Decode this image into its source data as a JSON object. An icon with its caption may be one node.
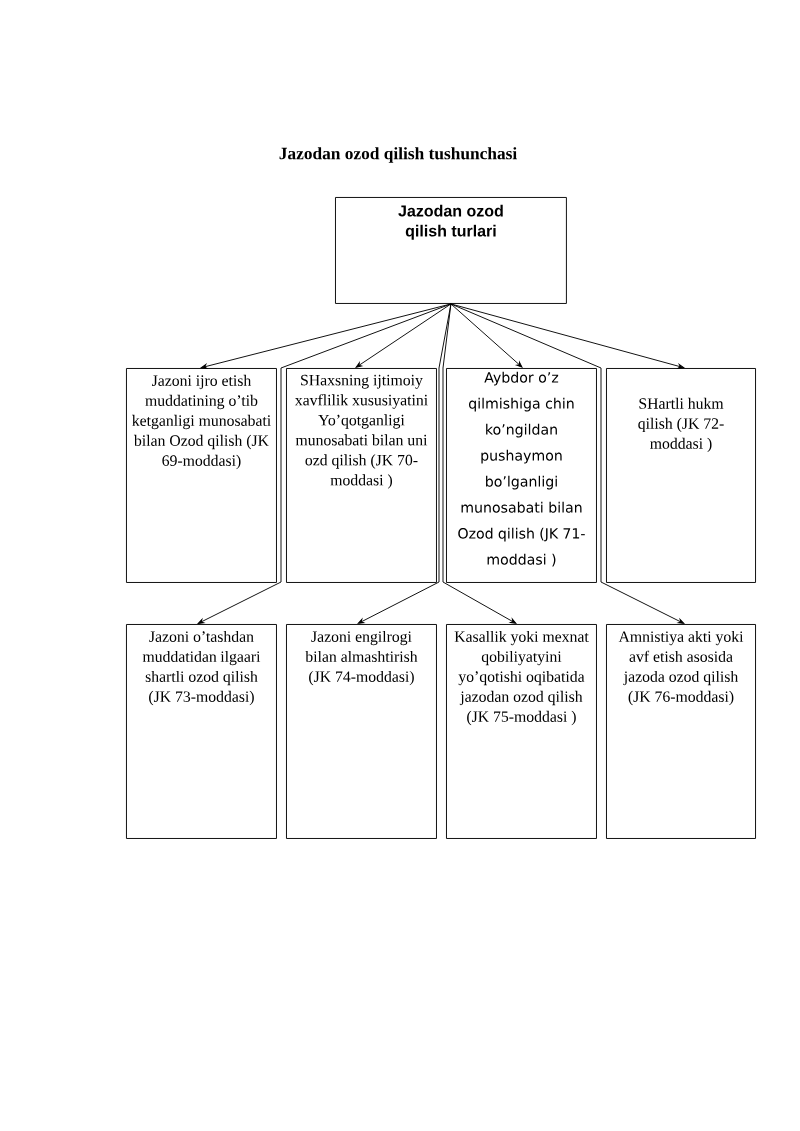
{
  "diagram": {
    "title": "Jazodan ozod qilish tushunchasi",
    "nodes": [
      {
        "text": [
          "Jazodan ozod qilish turlari"
        ]
      },
      {
        "text": [
          "Jazoni ijro etish muddatining o’tib ketganligi munosabati bilan Ozod qilish (JK 69-moddasi)"
        ]
      },
      {
        "text": [
          "SHaxsning ijtimoiy xavflilik xususiyatini Yo’qotganligi munosabati bilan uni ozd qilish (JK 70- moddasi )"
        ]
      },
      {
        "text": [
          "Aybdor o’z qilmishiga chin ko’ngildan pushaymon bo’lganligi munosabati bilan Ozod qilish (JK 71- moddasi )"
        ]
      },
      {
        "text": [
          "SHartli hukm qilish (JK 72- moddasi )"
        ]
      },
      {
        "text": [
          "Jazoni o’tashdan muddatidan ilgaari shartli ozod qilish (JK 73-moddasi)"
        ]
      },
      {
        "text": [
          "Jazoni engilrogi bilan almashtirish (JK 74-moddasi)"
        ]
      },
      {
        "text": [
          "Kasallik yoki mexnat qobiliyatyini yo’qotishi oqibatida jazodan ozod qilish (JK 75-moddasi )"
        ]
      },
      {
        "text": [
          "Amnistiya akti yoki avf etish asosida jazoda ozod qilish (JK 76-moddasi)"
        ]
      }
    ],
    "edges": [
      {
        "from": 0,
        "to": 1,
        "arrow": "to"
      },
      {
        "from": 0,
        "to": 2,
        "arrow": "to"
      },
      {
        "from": 0,
        "to": 3,
        "arrow": "to"
      },
      {
        "from": 0,
        "to": 4,
        "arrow": "to"
      },
      {
        "from": 0,
        "to": 5,
        "arrow": "to"
      },
      {
        "from": 0,
        "to": 6,
        "arrow": "to"
      },
      {
        "from": 0,
        "to": 7,
        "arrow": "to"
      },
      {
        "from": 0,
        "to": 8,
        "arrow": "to"
      }
    ]
  }
}
